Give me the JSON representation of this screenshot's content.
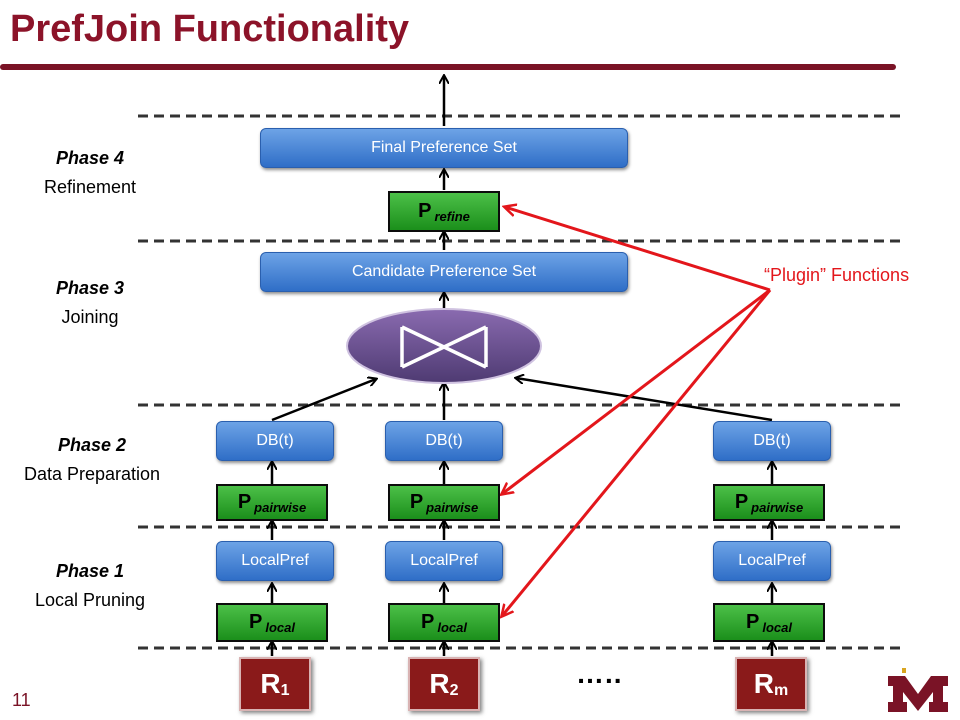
{
  "title": "PrefJoin Functionality",
  "phases": [
    {
      "name": "Phase 4",
      "desc": "Refinement"
    },
    {
      "name": "Phase 3",
      "desc": "Joining"
    },
    {
      "name": "Phase 2",
      "desc": "Data Preparation"
    },
    {
      "name": "Phase 1",
      "desc": "Local Pruning"
    }
  ],
  "final_set": "Final Preference Set",
  "candidate_set": "Candidate Preference Set",
  "p_refine": {
    "main": "P",
    "sub": "refine"
  },
  "columns": [
    {
      "dbt": "DB(t)",
      "pairwise_main": "P",
      "pairwise_sub": "pairwise",
      "localpref": "LocalPref",
      "local_main": "P",
      "local_sub": "local",
      "rel_main": "R",
      "rel_sub": "1"
    },
    {
      "dbt": "DB(t)",
      "pairwise_main": "P",
      "pairwise_sub": "pairwise",
      "localpref": "LocalPref",
      "local_main": "P",
      "local_sub": "local",
      "rel_main": "R",
      "rel_sub": "2"
    },
    {
      "dbt": "DB(t)",
      "pairwise_main": "P",
      "pairwise_sub": "pairwise",
      "localpref": "LocalPref",
      "local_main": "P",
      "local_sub": "local",
      "rel_main": "R",
      "rel_sub": "m"
    }
  ],
  "ellipsis": "…..",
  "plugin_label": "“Plugin” Functions",
  "slide_number": "11",
  "colors": {
    "title": "#8c1329",
    "blue": "#3b7bd0",
    "green": "#2ea82c",
    "red_arrow": "#e3161b",
    "join": "#6b4a8e",
    "relation": "#8a1a1a"
  }
}
